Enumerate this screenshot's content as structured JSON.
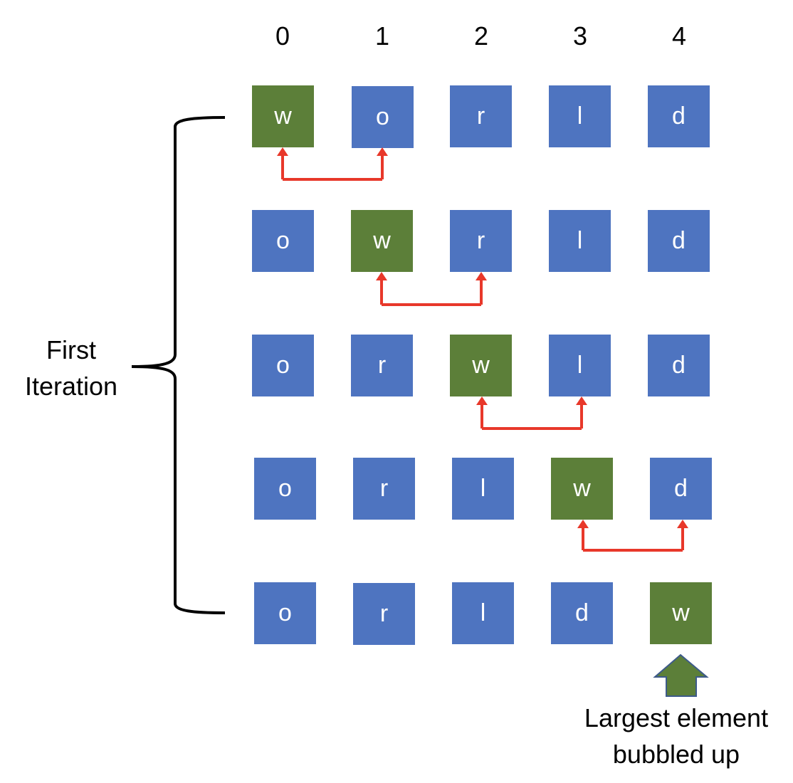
{
  "indices": [
    "0",
    "1",
    "2",
    "3",
    "4"
  ],
  "rows": [
    {
      "cells": [
        "w",
        "o",
        "r",
        "l",
        "d"
      ],
      "highlight": 0,
      "swap": [
        0,
        1
      ]
    },
    {
      "cells": [
        "o",
        "w",
        "r",
        "l",
        "d"
      ],
      "highlight": 1,
      "swap": [
        1,
        2
      ]
    },
    {
      "cells": [
        "o",
        "r",
        "w",
        "l",
        "d"
      ],
      "highlight": 2,
      "swap": [
        2,
        3
      ]
    },
    {
      "cells": [
        "o",
        "r",
        "l",
        "w",
        "d"
      ],
      "highlight": 3,
      "swap": [
        3,
        4
      ]
    },
    {
      "cells": [
        "o",
        "r",
        "l",
        "d",
        "w"
      ],
      "highlight": 4,
      "swap": null
    }
  ],
  "brace_label": {
    "line1": "First",
    "line2": "Iteration"
  },
  "result_label": {
    "line1": "Largest element",
    "line2": "bubbled up"
  },
  "colors": {
    "default_cell": "#4e74c0",
    "highlight_cell": "#5c7f39",
    "swap_arrow": "#e8382a",
    "bubble_arrow_fill": "#5c7f39",
    "bubble_arrow_stroke": "#3d5a8a"
  }
}
